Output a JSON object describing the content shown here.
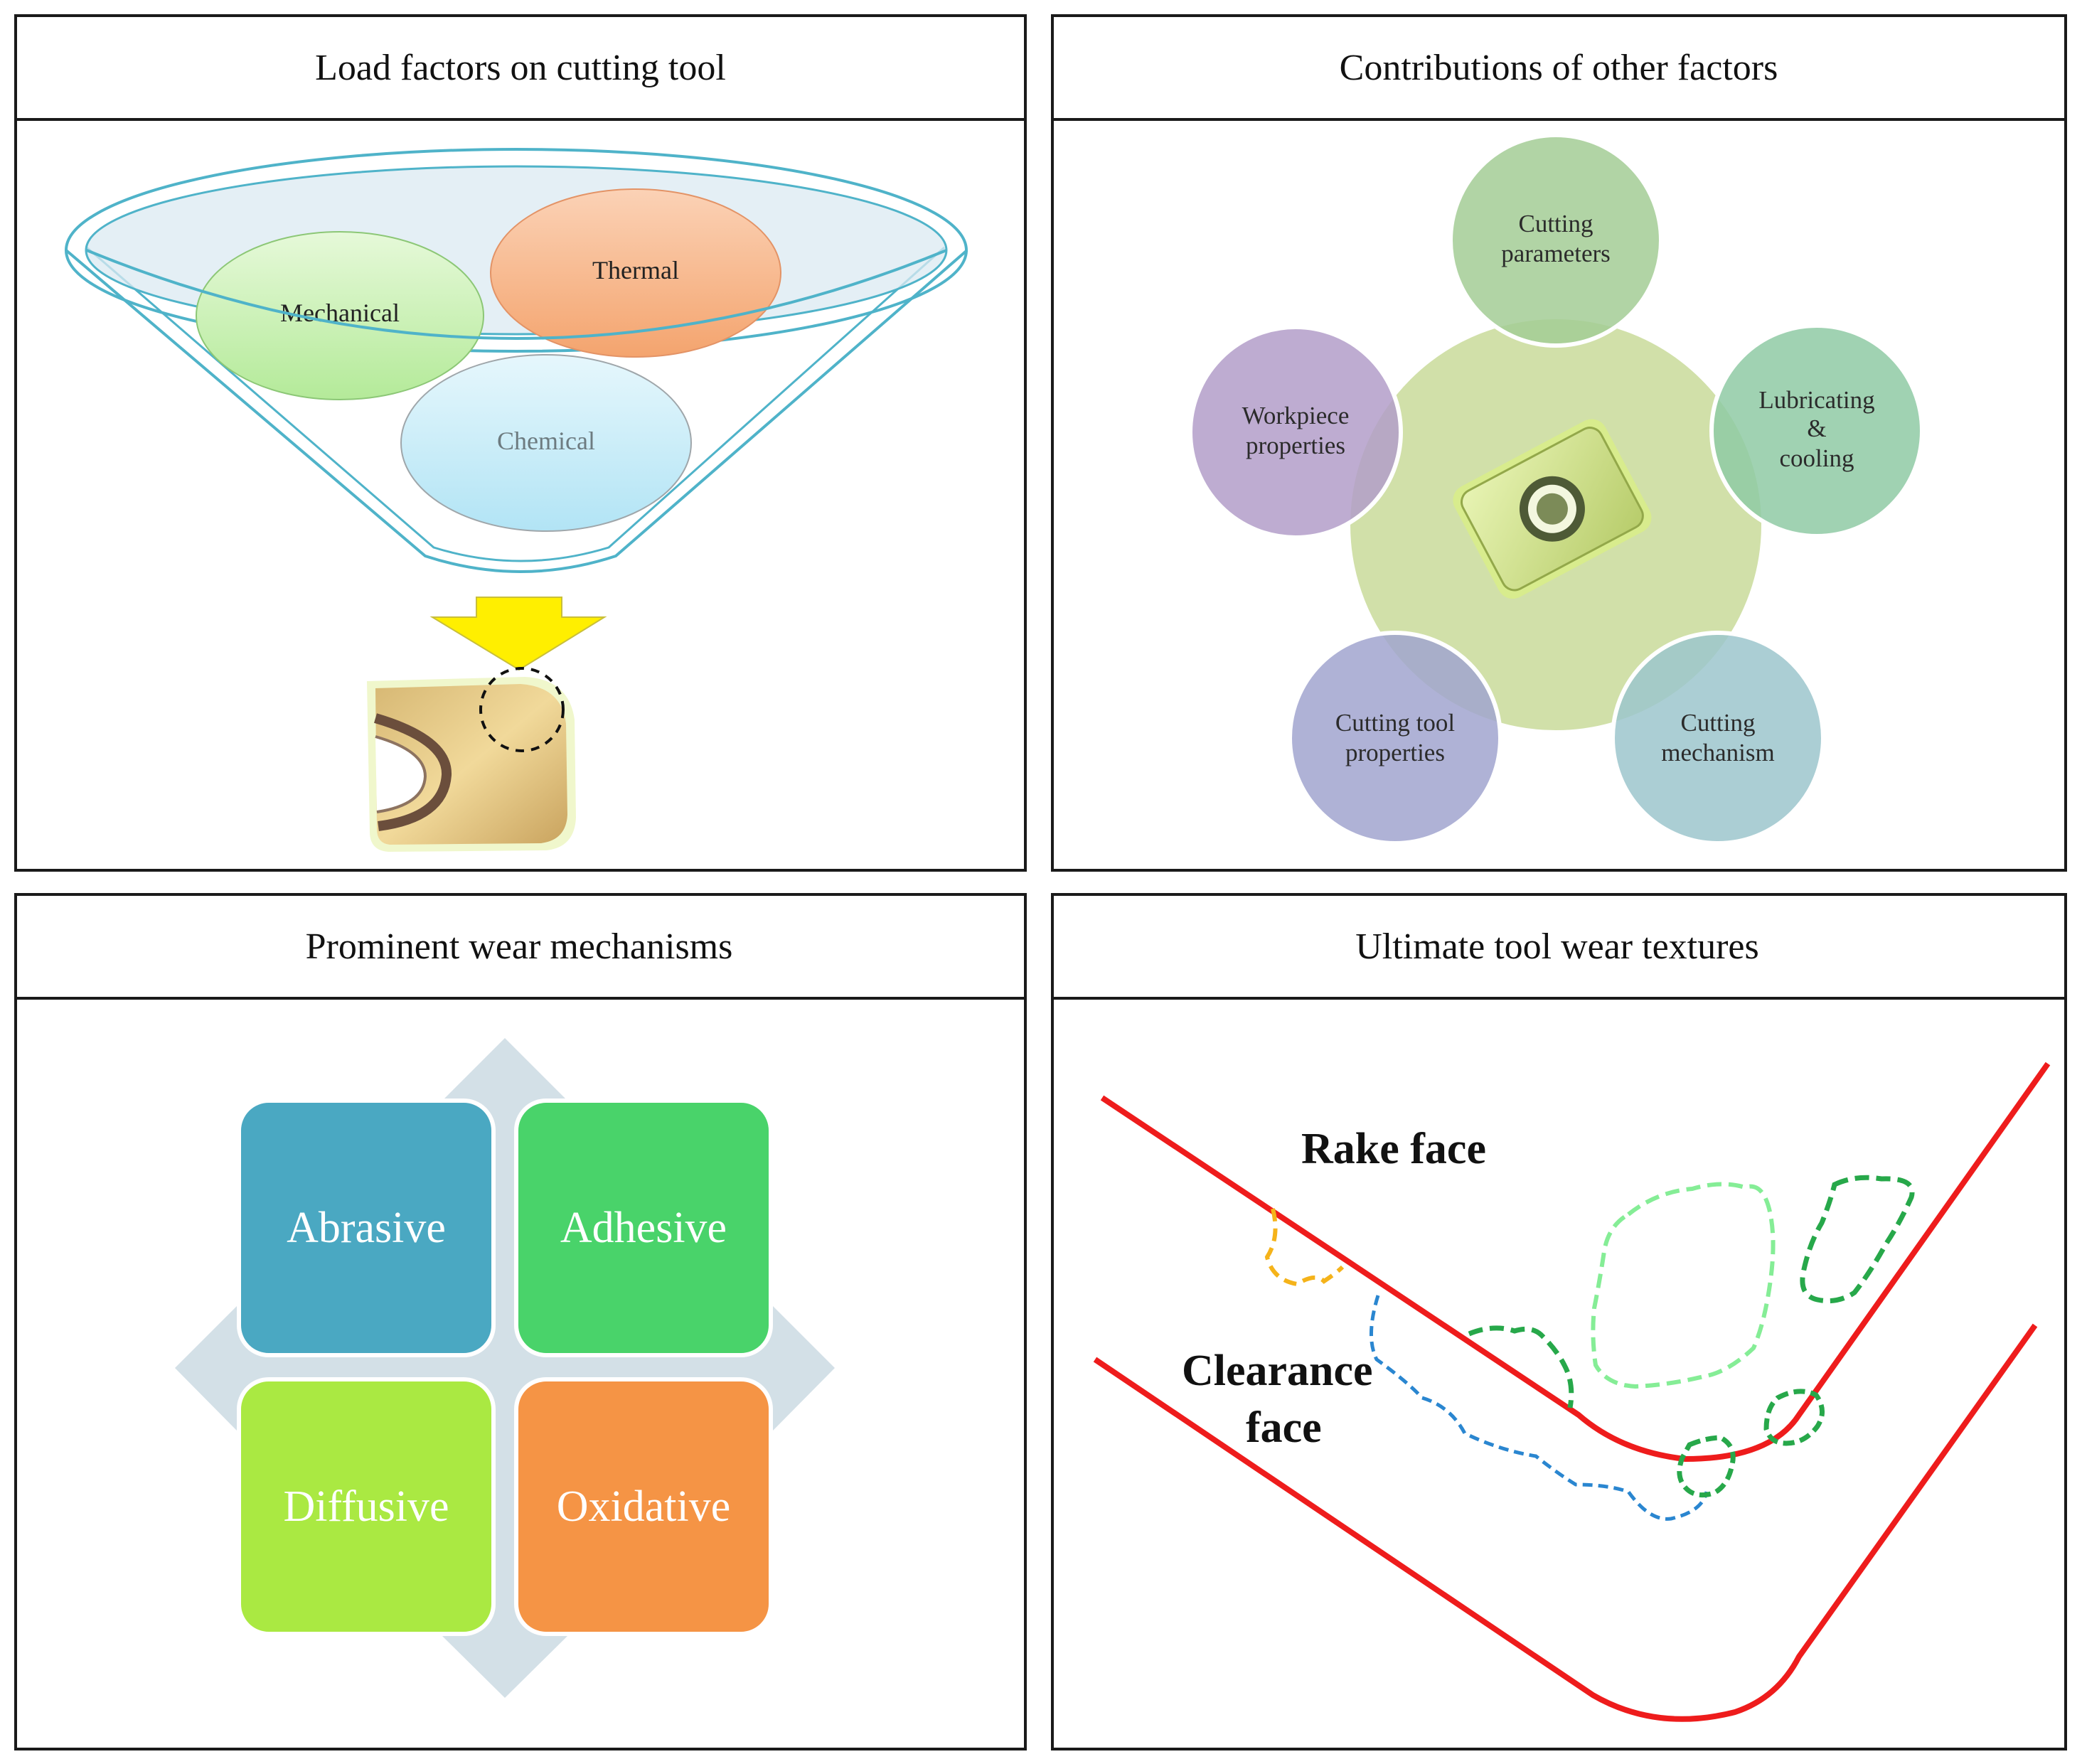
{
  "panels": {
    "load": {
      "title": "Load factors on cutting tool",
      "ellipses": {
        "mechanical": "Mechanical",
        "thermal": "Thermal",
        "chemical": "Chemical"
      }
    },
    "contributions": {
      "title": "Contributions of other factors",
      "circles": {
        "cutting_parameters": [
          "Cutting",
          "parameters"
        ],
        "lubricating": [
          "Lubricating",
          "&",
          "cooling"
        ],
        "cutting_mechanism": [
          "Cutting",
          "mechanism"
        ],
        "tool_properties": [
          "Cutting tool",
          "properties"
        ],
        "workpiece": [
          "Workpiece",
          "properties"
        ]
      }
    },
    "wear": {
      "title": "Prominent wear mechanisms",
      "tiles": {
        "abrasive": "Abrasive",
        "adhesive": "Adhesive",
        "diffusive": "Diffusive",
        "oxidative": "Oxidative"
      }
    },
    "textures": {
      "title": "Ultimate tool wear textures",
      "rake_face": "Rake face",
      "clearance_face": [
        "Clearance",
        "face"
      ]
    }
  },
  "colors": {
    "frame": "#1a1a1a",
    "funnel_line": "#4fb3c9",
    "mechanical": "#c6f0b0",
    "thermal": "#f7b98f",
    "chemical": "#bfe9f7",
    "yellow_arrow": "#ffef00",
    "center_circle": "#c9db9a",
    "abrasive": "#4aa8c2",
    "adhesive": "#49d36a",
    "diffusive": "#aae942",
    "oxidative": "#f59445",
    "red_line": "#ee1c1c"
  }
}
